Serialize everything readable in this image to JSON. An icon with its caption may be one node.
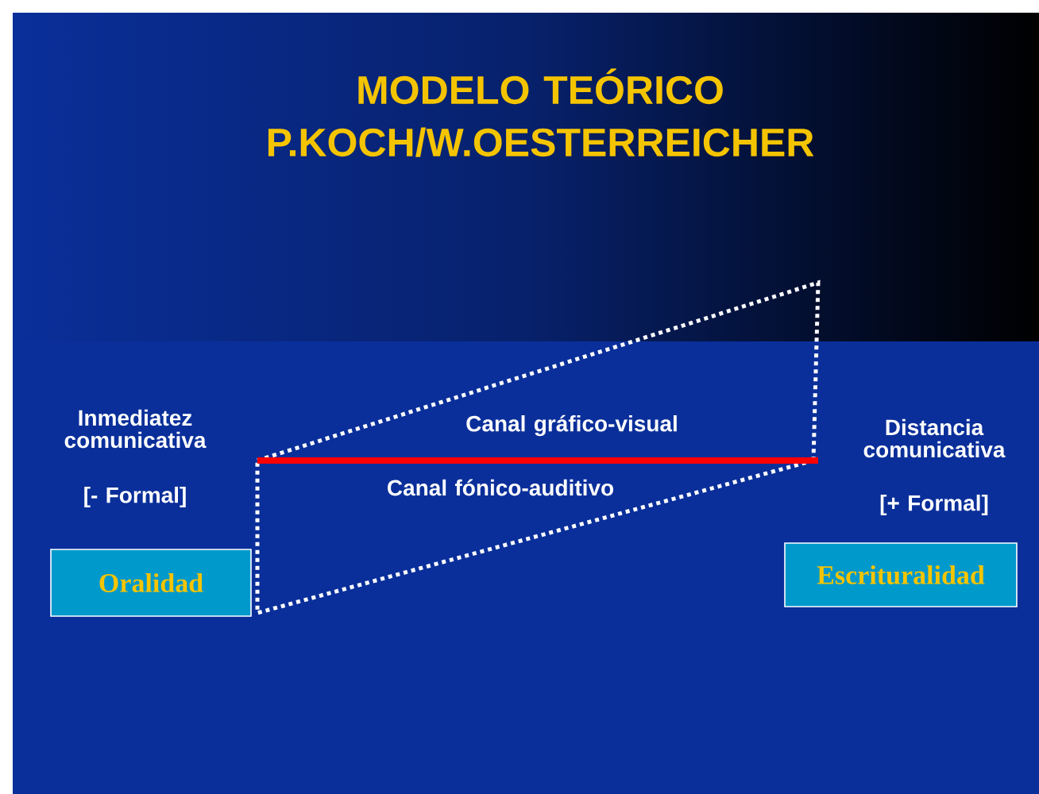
{
  "diagram": {
    "title": "MODELO TEÓRICO P.KOCH/W.OESTERREICHER",
    "nodes": [
      {
        "text": [
          "Oralidad"
        ]
      },
      {
        "text": [
          "Escrituralidad"
        ]
      }
    ],
    "labels": [
      "Inmediatez comunicativa",
      "Canal gráfico-visual",
      "Distancia comunicativa",
      "Canal fónico-auditivo",
      "[- Formal]",
      "[+ Formal]"
    ]
  }
}
